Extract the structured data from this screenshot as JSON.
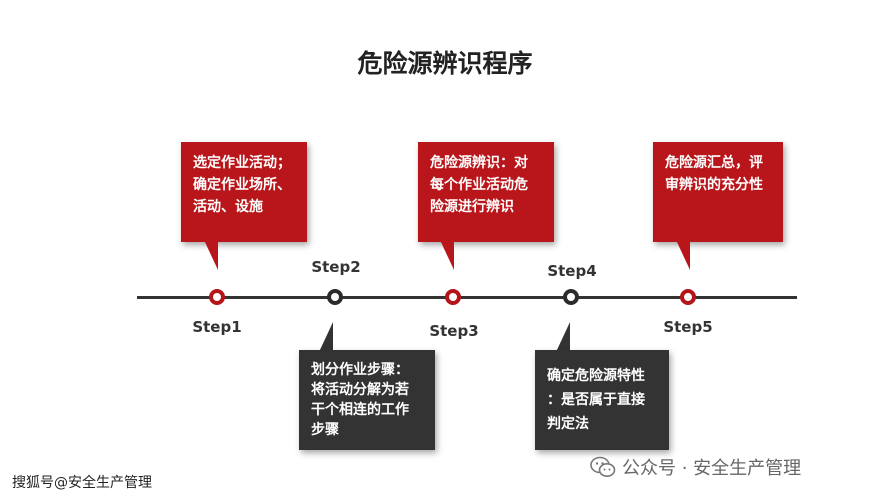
{
  "title": "危险源辨识程序",
  "steps": [
    {
      "label": "Step1",
      "text": "选定作业活动；\n确定作业场所、\n活动、设施"
    },
    {
      "label": "Step2",
      "text": "划分作业步骤：\n将活动分解为若\n干个相连的工作\n步骤"
    },
    {
      "label": "Step3",
      "text": "危险源辨识：对\n每个作业活动危\n险源进行辨识"
    },
    {
      "label": "Step4",
      "text": "确定危险源特性\n：是否属于直接\n判定法"
    },
    {
      "label": "Step5",
      "text": "危险源汇总，评\n审辨识的充分性"
    }
  ],
  "watermarks": {
    "left": "搜狐号@安全生产管理",
    "right": "公众号 · 安全生产管理"
  },
  "colors": {
    "red": "#b8161b",
    "dark": "#333333"
  },
  "icons": {
    "wechat": "wechat-icon"
  }
}
